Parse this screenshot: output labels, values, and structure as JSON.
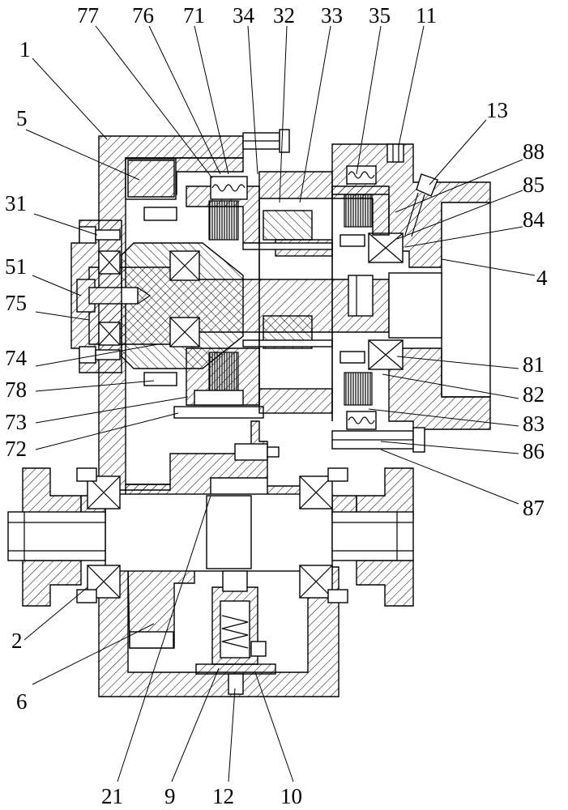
{
  "figure": {
    "labels": [
      "77",
      "76",
      "71",
      "34",
      "32",
      "33",
      "35",
      "11",
      "1",
      "13",
      "5",
      "88",
      "85",
      "31",
      "84",
      "51",
      "4",
      "75",
      "74",
      "81",
      "78",
      "82",
      "73",
      "83",
      "72",
      "86",
      "87",
      "2",
      "6",
      "21",
      "9",
      "12",
      "10"
    ]
  }
}
